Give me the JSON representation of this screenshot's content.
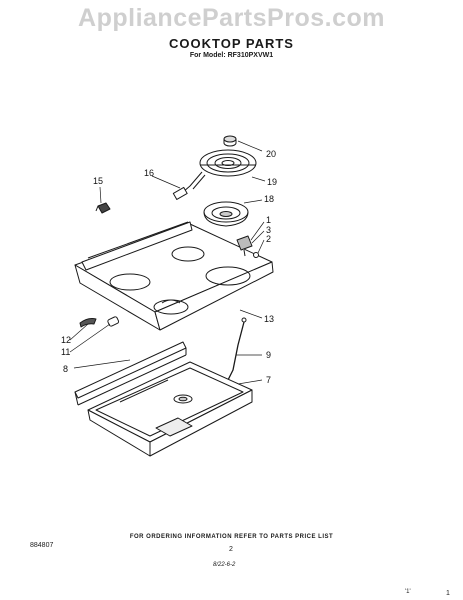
{
  "watermark": "AppliancePartsPros.com",
  "title": "COOKTOP PARTS",
  "model_line": "For Model: RF310PXVW1",
  "callouts": [
    "20",
    "16",
    "19",
    "15",
    "18",
    "1",
    "3",
    "2",
    "13",
    "12",
    "11",
    "9",
    "8",
    "7"
  ],
  "footer": {
    "ordering_note": "FOR ORDERING INFORMATION REFER TO PARTS PRICE LIST",
    "catalog_number": "884807",
    "page_number": "2",
    "date_code": "8/22-6-2",
    "corner_tick": "'1'",
    "corner_number": "1"
  }
}
